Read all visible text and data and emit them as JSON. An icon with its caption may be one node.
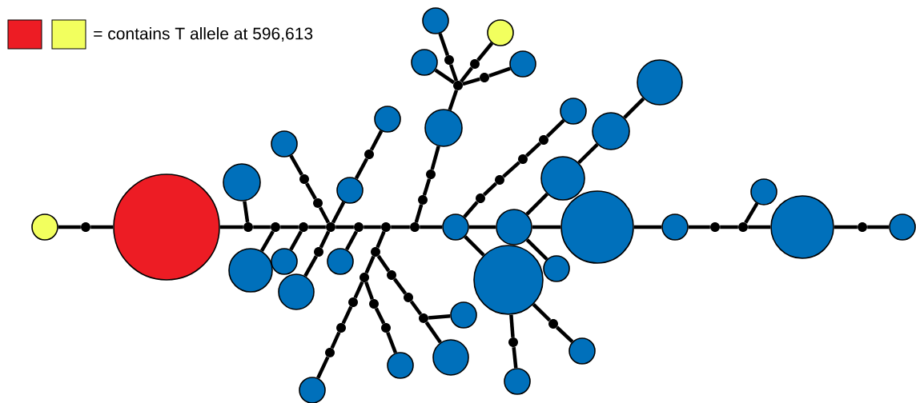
{
  "diagram": {
    "nodes": [
      {
        "text": [],
        "shape": "circle"
      },
      {
        "text": [],
        "shape": "dot"
      },
      {
        "text": [],
        "shape": "circle"
      },
      {
        "text": [],
        "shape": "dot"
      },
      {
        "text": [],
        "shape": "circle"
      },
      {
        "text": [],
        "shape": "dot"
      },
      {
        "text": [],
        "shape": "circle"
      },
      {
        "text": [],
        "shape": "dot"
      },
      {
        "text": [],
        "shape": "circle"
      },
      {
        "text": [],
        "shape": "dot"
      },
      {
        "text": [],
        "shape": "circle"
      },
      {
        "text": [],
        "shape": "dot"
      },
      {
        "text": [],
        "shape": "dot"
      },
      {
        "text": [],
        "shape": "circle"
      },
      {
        "text": [],
        "shape": "dot"
      },
      {
        "text": [],
        "shape": "circle"
      },
      {
        "text": [],
        "shape": "dot"
      },
      {
        "text": [],
        "shape": "circle"
      },
      {
        "text": [],
        "shape": "dot"
      },
      {
        "text": [],
        "shape": "circle"
      },
      {
        "text": [],
        "shape": "dot"
      },
      {
        "text": [],
        "shape": "dot"
      },
      {
        "text": [],
        "shape": "dot"
      },
      {
        "text": [],
        "shape": "dot"
      },
      {
        "text": [],
        "shape": "dot"
      },
      {
        "text": [],
        "shape": "circle"
      },
      {
        "text": [],
        "shape": "circle"
      },
      {
        "text": [],
        "shape": "dot"
      },
      {
        "text": [],
        "shape": "dot"
      },
      {
        "text": [],
        "shape": "dot"
      },
      {
        "text": [],
        "shape": "dot"
      },
      {
        "text": [],
        "shape": "circle"
      },
      {
        "text": [],
        "shape": "dot"
      },
      {
        "text": [],
        "shape": "dot"
      },
      {
        "text": [],
        "shape": "circle"
      },
      {
        "text": [],
        "shape": "dot"
      },
      {
        "text": [],
        "shape": "dot"
      },
      {
        "text": [],
        "shape": "dot"
      },
      {
        "text": [],
        "shape": "circle"
      },
      {
        "text": [],
        "shape": "dot"
      },
      {
        "text": [],
        "shape": "circle"
      },
      {
        "text": [],
        "shape": "dot"
      },
      {
        "text": [],
        "shape": "circle"
      },
      {
        "text": [],
        "shape": "dot"
      },
      {
        "text": [],
        "shape": "circle"
      },
      {
        "text": [],
        "shape": "dot"
      },
      {
        "text": [],
        "shape": "circle"
      },
      {
        "text": [],
        "shape": "circle"
      },
      {
        "text": [],
        "shape": "dot"
      },
      {
        "text": [],
        "shape": "dot"
      },
      {
        "text": [],
        "shape": "dot"
      },
      {
        "text": [],
        "shape": "dot"
      },
      {
        "text": [],
        "shape": "circle"
      },
      {
        "text": [],
        "shape": "circle"
      },
      {
        "text": [],
        "shape": "dot"
      },
      {
        "text": [],
        "shape": "circle"
      },
      {
        "text": [],
        "shape": "dot"
      },
      {
        "text": [],
        "shape": "circle"
      },
      {
        "text": [],
        "shape": "circle"
      },
      {
        "text": [],
        "shape": "circle"
      },
      {
        "text": [],
        "shape": "circle"
      },
      {
        "text": [],
        "shape": "circle"
      },
      {
        "text": [],
        "shape": "circle"
      },
      {
        "text": [],
        "shape": "circle"
      },
      {
        "text": [],
        "shape": "circle"
      },
      {
        "text": [],
        "shape": "dot"
      },
      {
        "text": [],
        "shape": "dot"
      },
      {
        "text": [],
        "shape": "circle"
      },
      {
        "text": [],
        "shape": "circle"
      },
      {
        "text": [],
        "shape": "dot"
      },
      {
        "text": [],
        "shape": "circle"
      }
    ],
    "edges": [
      {
        "from": 0,
        "to": 1,
        "arrow": "none"
      },
      {
        "from": 1,
        "to": 2,
        "arrow": "none"
      },
      {
        "from": 2,
        "to": 3,
        "arrow": "none"
      },
      {
        "from": 3,
        "to": 4,
        "arrow": "none"
      },
      {
        "from": 3,
        "to": 5,
        "arrow": "none"
      },
      {
        "from": 5,
        "to": 6,
        "arrow": "none"
      },
      {
        "from": 5,
        "to": 7,
        "arrow": "none"
      },
      {
        "from": 7,
        "to": 8,
        "arrow": "none"
      },
      {
        "from": 7,
        "to": 9,
        "arrow": "none"
      },
      {
        "from": 9,
        "to": 12,
        "arrow": "none"
      },
      {
        "from": 12,
        "to": 11,
        "arrow": "none"
      },
      {
        "from": 11,
        "to": 10,
        "arrow": "none"
      },
      {
        "from": 9,
        "to": 13,
        "arrow": "none"
      },
      {
        "from": 13,
        "to": 14,
        "arrow": "none"
      },
      {
        "from": 14,
        "to": 15,
        "arrow": "none"
      },
      {
        "from": 9,
        "to": 16,
        "arrow": "none"
      },
      {
        "from": 16,
        "to": 17,
        "arrow": "none"
      },
      {
        "from": 9,
        "to": 18,
        "arrow": "none"
      },
      {
        "from": 18,
        "to": 19,
        "arrow": "none"
      },
      {
        "from": 18,
        "to": 20,
        "arrow": "none"
      },
      {
        "from": 20,
        "to": 21,
        "arrow": "none"
      },
      {
        "from": 21,
        "to": 22,
        "arrow": "none"
      },
      {
        "from": 22,
        "to": 23,
        "arrow": "none"
      },
      {
        "from": 23,
        "to": 24,
        "arrow": "none"
      },
      {
        "from": 24,
        "to": 25,
        "arrow": "none"
      },
      {
        "from": 24,
        "to": 26,
        "arrow": "none"
      },
      {
        "from": 21,
        "to": 27,
        "arrow": "none"
      },
      {
        "from": 27,
        "to": 28,
        "arrow": "none"
      },
      {
        "from": 28,
        "to": 29,
        "arrow": "none"
      },
      {
        "from": 29,
        "to": 30,
        "arrow": "none"
      },
      {
        "from": 30,
        "to": 31,
        "arrow": "none"
      },
      {
        "from": 27,
        "to": 32,
        "arrow": "none"
      },
      {
        "from": 32,
        "to": 33,
        "arrow": "none"
      },
      {
        "from": 33,
        "to": 34,
        "arrow": "none"
      },
      {
        "from": 20,
        "to": 35,
        "arrow": "none"
      },
      {
        "from": 35,
        "to": 36,
        "arrow": "none"
      },
      {
        "from": 36,
        "to": 37,
        "arrow": "none"
      },
      {
        "from": 37,
        "to": 38,
        "arrow": "none"
      },
      {
        "from": 38,
        "to": 39,
        "arrow": "none"
      },
      {
        "from": 39,
        "to": 40,
        "arrow": "none"
      },
      {
        "from": 39,
        "to": 41,
        "arrow": "none"
      },
      {
        "from": 41,
        "to": 42,
        "arrow": "none"
      },
      {
        "from": 39,
        "to": 43,
        "arrow": "none"
      },
      {
        "from": 43,
        "to": 44,
        "arrow": "none"
      },
      {
        "from": 39,
        "to": 45,
        "arrow": "none"
      },
      {
        "from": 45,
        "to": 46,
        "arrow": "none"
      },
      {
        "from": 35,
        "to": 47,
        "arrow": "none"
      },
      {
        "from": 47,
        "to": 48,
        "arrow": "none"
      },
      {
        "from": 48,
        "to": 49,
        "arrow": "none"
      },
      {
        "from": 49,
        "to": 50,
        "arrow": "none"
      },
      {
        "from": 50,
        "to": 51,
        "arrow": "none"
      },
      {
        "from": 51,
        "to": 52,
        "arrow": "none"
      },
      {
        "from": 47,
        "to": 53,
        "arrow": "none"
      },
      {
        "from": 53,
        "to": 54,
        "arrow": "none"
      },
      {
        "from": 54,
        "to": 55,
        "arrow": "none"
      },
      {
        "from": 53,
        "to": 56,
        "arrow": "none"
      },
      {
        "from": 56,
        "to": 57,
        "arrow": "none"
      },
      {
        "from": 47,
        "to": 58,
        "arrow": "none"
      },
      {
        "from": 58,
        "to": 59,
        "arrow": "none"
      },
      {
        "from": 59,
        "to": 60,
        "arrow": "none"
      },
      {
        "from": 60,
        "to": 61,
        "arrow": "none"
      },
      {
        "from": 58,
        "to": 62,
        "arrow": "none"
      },
      {
        "from": 58,
        "to": 63,
        "arrow": "none"
      },
      {
        "from": 63,
        "to": 64,
        "arrow": "none"
      },
      {
        "from": 64,
        "to": 65,
        "arrow": "none"
      },
      {
        "from": 65,
        "to": 66,
        "arrow": "none"
      },
      {
        "from": 66,
        "to": 67,
        "arrow": "none"
      },
      {
        "from": 66,
        "to": 68,
        "arrow": "none"
      },
      {
        "from": 68,
        "to": 69,
        "arrow": "none"
      },
      {
        "from": 69,
        "to": 70,
        "arrow": "none"
      }
    ],
    "legend": [
      {
        "text": "= contains T allele at 596,613",
        "color": "#ed1c24"
      }
    ]
  }
}
